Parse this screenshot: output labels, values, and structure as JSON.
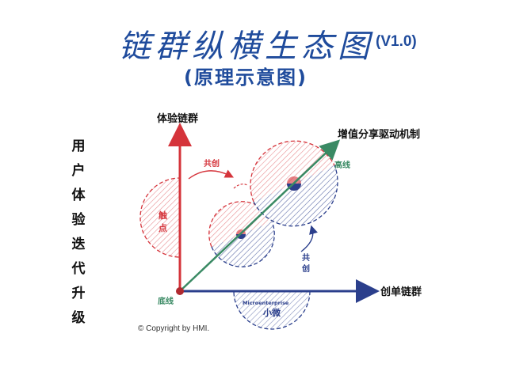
{
  "title": "链群纵横生态图",
  "version": "(V1.0)",
  "subtitle": "(原理示意图)",
  "side_label": [
    "用",
    "户",
    "体",
    "验",
    "迭",
    "代",
    "升",
    "级"
  ],
  "axes": {
    "y_label": "体验链群",
    "x_label": "创单链群",
    "diagonal_label": "增值分享驱动机制"
  },
  "markers": {
    "high_line": "高线",
    "base_line": "底线"
  },
  "labels": {
    "co_create_top": "共创",
    "co_create_right": [
      "共",
      "创"
    ],
    "touch_point": [
      "触",
      "点"
    ],
    "micro_en": "Microenterprise",
    "micro_cn": "小微"
  },
  "copyright": "© Copyright by HMI.",
  "colors": {
    "red": "#d5343b",
    "blue": "#2b3f8c",
    "green": "#3a8a64",
    "title": "#1f4b9c"
  }
}
